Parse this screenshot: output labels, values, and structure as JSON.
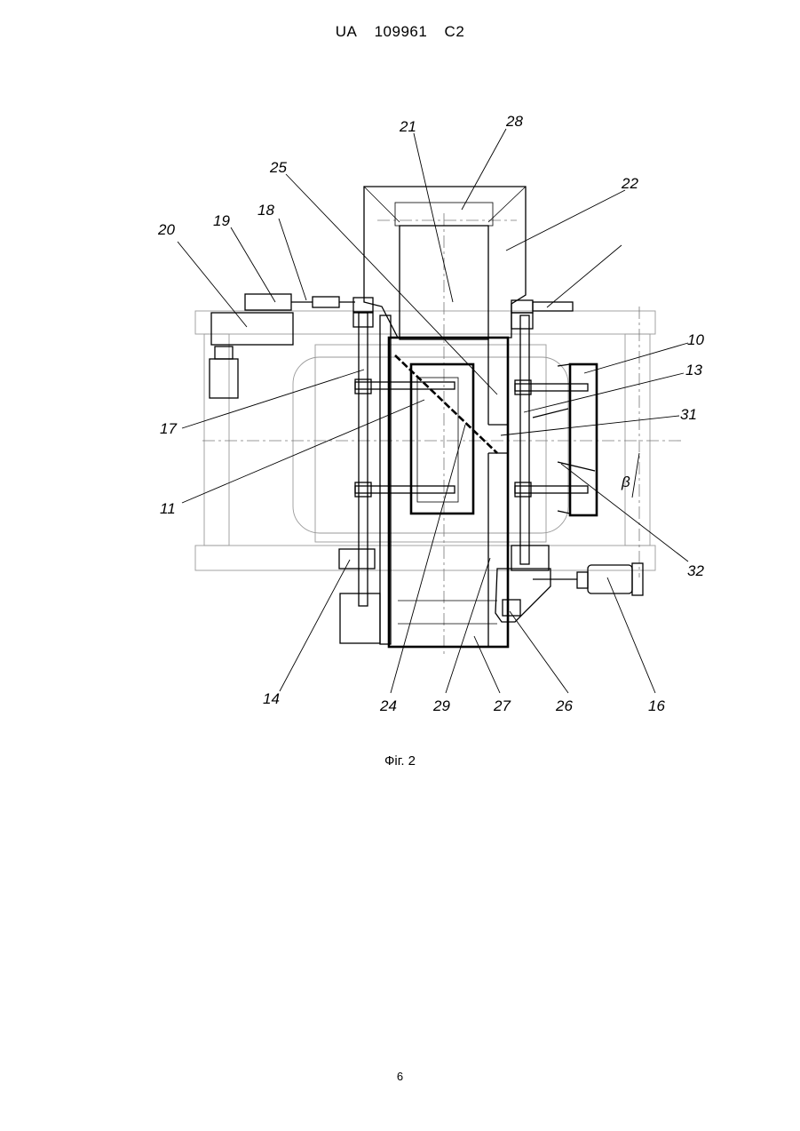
{
  "header": {
    "country": "UA",
    "number": "109961",
    "kind": "C2"
  },
  "figure": {
    "caption": "Фіг. 2",
    "labels": [
      {
        "id": "l21",
        "text": "21"
      },
      {
        "id": "l28",
        "text": "28"
      },
      {
        "id": "l22",
        "text": "22"
      },
      {
        "id": "l25",
        "text": "25"
      },
      {
        "id": "l20",
        "text": "20"
      },
      {
        "id": "l19",
        "text": "19"
      },
      {
        "id": "l18",
        "text": "18"
      },
      {
        "id": "l10",
        "text": "10"
      },
      {
        "id": "l13",
        "text": "13"
      },
      {
        "id": "l31",
        "text": "31"
      },
      {
        "id": "l17",
        "text": "17"
      },
      {
        "id": "l11",
        "text": "11"
      },
      {
        "id": "l32",
        "text": "32"
      },
      {
        "id": "l14",
        "text": "14"
      },
      {
        "id": "l24",
        "text": "24"
      },
      {
        "id": "l29",
        "text": "29"
      },
      {
        "id": "l27",
        "text": "27"
      },
      {
        "id": "l26",
        "text": "26"
      },
      {
        "id": "l16",
        "text": "16"
      },
      {
        "id": "beta",
        "text": "β"
      }
    ]
  },
  "page_number": "6"
}
